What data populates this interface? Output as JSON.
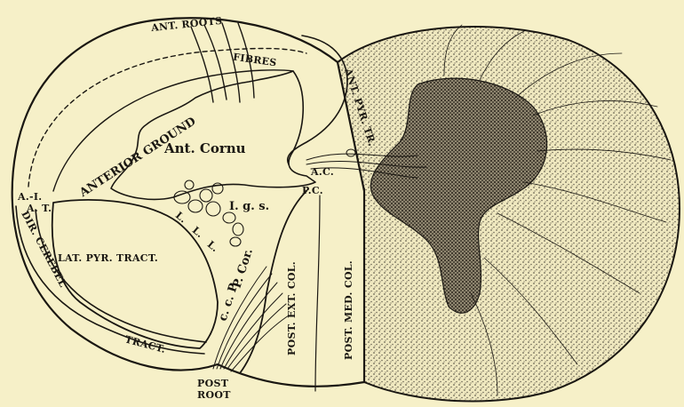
{
  "labels": {
    "ant_roots": "ANT. ROOTS",
    "fibres": "FIBRES",
    "ant_pyr_tr": "ANT. PYR. TR.",
    "anterior_ground": "ANTERIOR GROUND",
    "ant_cornu": "Ant. Cornu",
    "a_c": "A.C.",
    "p_c": "P.C.",
    "a_l_a_t_1": "A.-I.",
    "a_l_a_t_2": "A. T.",
    "l_g_s": "I. g. s.",
    "l_1": "L.",
    "l_2": "L.",
    "l_3": "L.",
    "lat_pyr_tract": "LAT. PYR. TRACT.",
    "dir_cerebel": "DIR. CEREBEL",
    "tract": "TRACT.",
    "p_cor": "P. Cor.",
    "c_c_p": "c. c. P.",
    "post_ext_col": "POST. EXT. COL.",
    "post_med_col": "POST. MED. COL.",
    "post_root_1": "POST",
    "post_root_2": "ROOT"
  },
  "colors": {
    "paper": "#f6f0c8",
    "ink": "#1a1712",
    "stipple": "#6b6554"
  }
}
